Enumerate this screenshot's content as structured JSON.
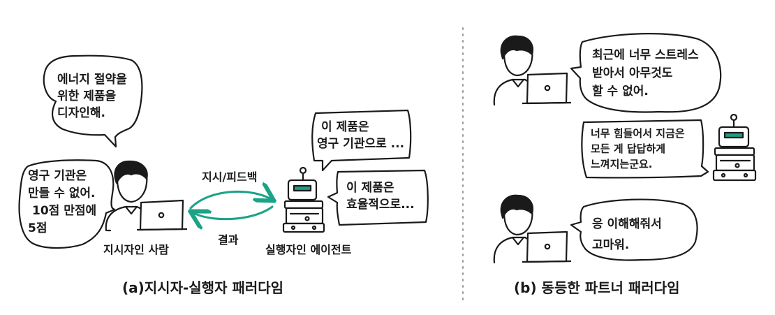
{
  "colors": {
    "ink": "#1a1a1a",
    "teal": "#1aa386",
    "screen": "#1f9c83",
    "divider": "#9a9a9a"
  },
  "panel_a": {
    "instructor_bubble_top": [
      "에너지 절약을",
      "위한 제품을",
      "디자인해."
    ],
    "instructor_bubble_left": [
      "영구 기관은",
      "만들 수 없어.",
      "10점 만점에",
      "5점"
    ],
    "agent_bubble_top": [
      "이 제품은",
      "영구 기관으로 ..."
    ],
    "agent_bubble_bottom": [
      "이 제품은",
      "효율적으로..."
    ],
    "arrow_top_label": "지시/피드백",
    "arrow_bottom_label": "결과",
    "instructor_label": "지시자인 사람",
    "agent_label": "실행자인 에이전트",
    "caption": "(a)지시자-실행자 패러다임"
  },
  "panel_b": {
    "human_bubble_1": [
      "최근에 너무 스트레스",
      "받아서 아무것도",
      "할 수 없어."
    ],
    "robot_bubble": [
      "너무 힘들어서 지금은",
      "모든 게 답답하게",
      "느껴지는군요."
    ],
    "human_bubble_2": [
      "응 이해해줘서",
      "고마워."
    ],
    "caption": "(b) 동등한 파트너 패러다임"
  }
}
